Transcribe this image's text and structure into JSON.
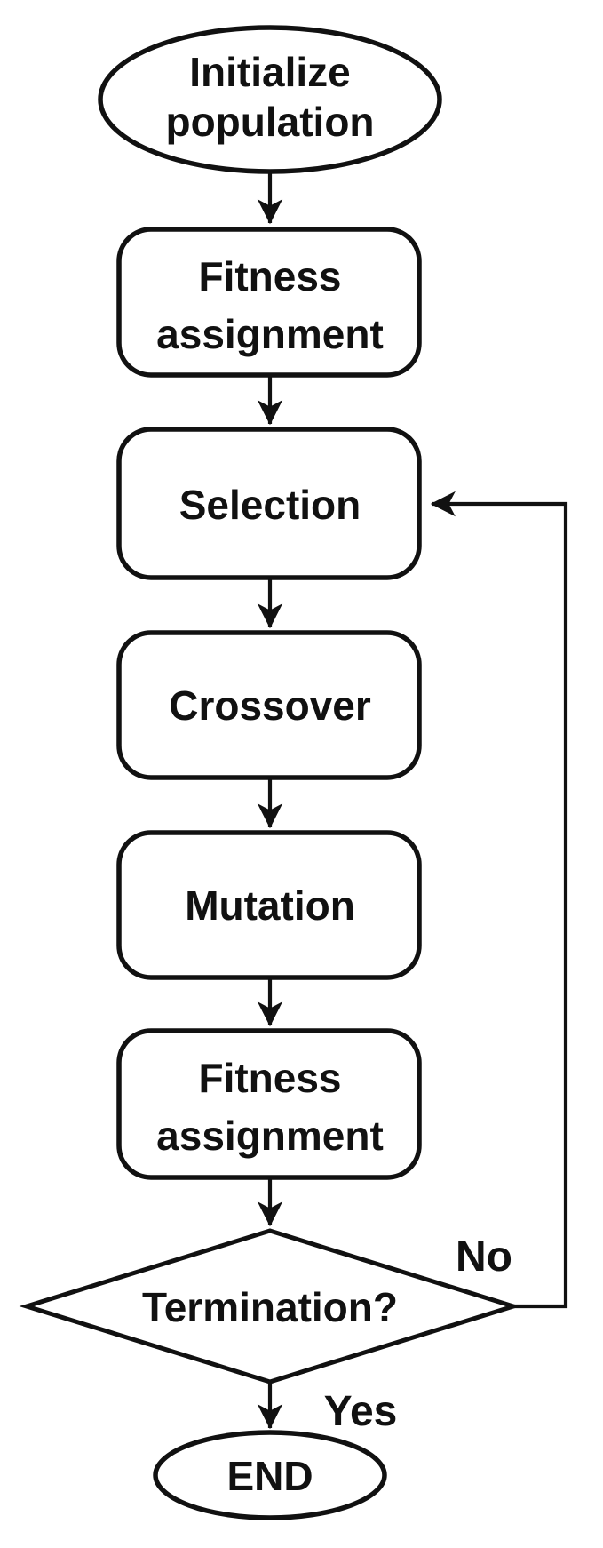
{
  "flowchart": {
    "background_color": "#ffffff",
    "stroke_color": "#111111",
    "nodes": [
      {
        "id": "initialize-population",
        "shape": "ellipse",
        "lines": [
          "Initialize",
          "population"
        ]
      },
      {
        "id": "fitness-assignment-1",
        "shape": "rounded-rect",
        "lines": [
          "Fitness",
          "assignment"
        ]
      },
      {
        "id": "selection",
        "shape": "rounded-rect",
        "lines": [
          "Selection"
        ]
      },
      {
        "id": "crossover",
        "shape": "rounded-rect",
        "lines": [
          "Crossover"
        ]
      },
      {
        "id": "mutation",
        "shape": "rounded-rect",
        "lines": [
          "Mutation"
        ]
      },
      {
        "id": "fitness-assignment-2",
        "shape": "rounded-rect",
        "lines": [
          "Fitness",
          "assignment"
        ]
      },
      {
        "id": "termination-decision",
        "shape": "diamond",
        "lines": [
          "Termination?"
        ]
      },
      {
        "id": "end",
        "shape": "ellipse",
        "lines": [
          "END"
        ]
      }
    ],
    "edges": [
      {
        "from": "initialize-population",
        "to": "fitness-assignment-1",
        "label": ""
      },
      {
        "from": "fitness-assignment-1",
        "to": "selection",
        "label": ""
      },
      {
        "from": "selection",
        "to": "crossover",
        "label": ""
      },
      {
        "from": "crossover",
        "to": "mutation",
        "label": ""
      },
      {
        "from": "mutation",
        "to": "fitness-assignment-2",
        "label": ""
      },
      {
        "from": "fitness-assignment-2",
        "to": "termination-decision",
        "label": ""
      },
      {
        "from": "termination-decision",
        "to": "selection",
        "label": "No"
      },
      {
        "from": "termination-decision",
        "to": "end",
        "label": "Yes"
      }
    ],
    "edge_labels": {
      "no": "No",
      "yes": "Yes"
    }
  }
}
